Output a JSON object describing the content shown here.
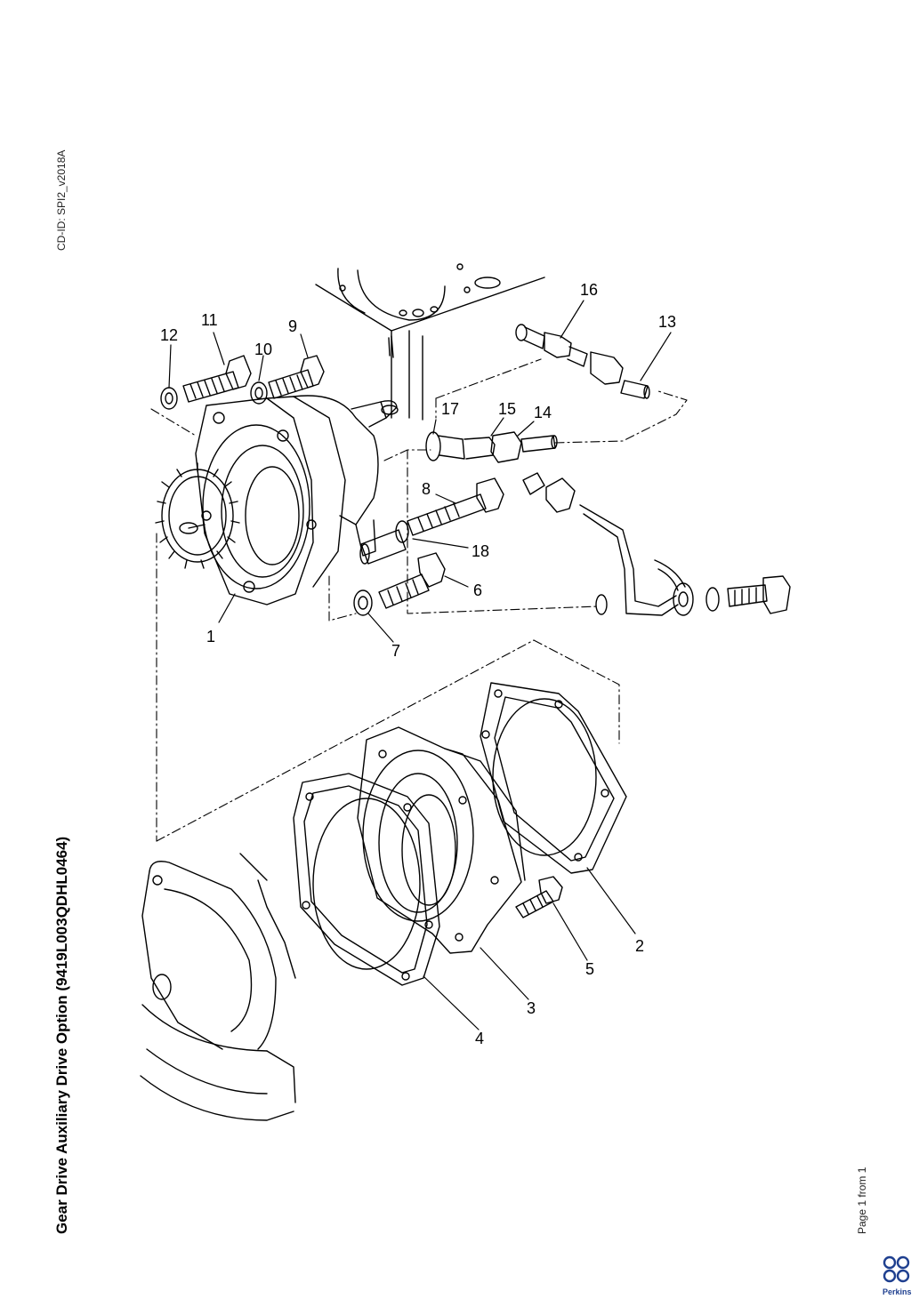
{
  "header": {
    "cd_id": "CD-ID: SPI2_v2018A",
    "title": "Gear Drive Auxiliary Drive Option (9419L003QDHL0464)"
  },
  "footer": {
    "page_info": "Page 1 from 1",
    "brand": "Perkins"
  },
  "callouts": [
    "1",
    "2",
    "3",
    "4",
    "5",
    "6",
    "7",
    "8",
    "9",
    "10",
    "11",
    "12",
    "13",
    "14",
    "15",
    "16",
    "17",
    "18"
  ]
}
